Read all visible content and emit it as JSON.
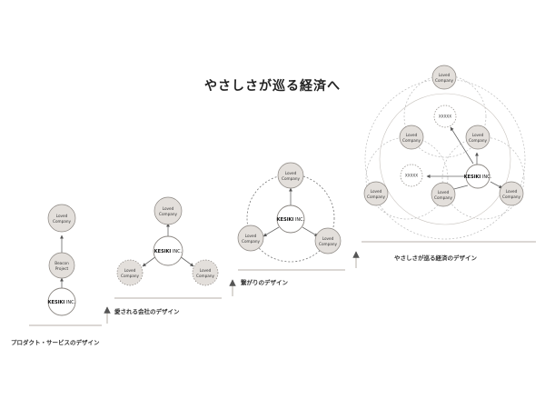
{
  "title": "やさしさが巡る経済へ",
  "node_labels": {
    "loved_company": [
      "Loved",
      "Company"
    ],
    "beacon_project": [
      "Beacon",
      "Project"
    ],
    "keskii": "KESIKI",
    "keskii_suffix": "INC.",
    "placeholder": "XXXXX"
  },
  "stages": [
    {
      "id": "product",
      "label": "プロダクト・サービスのデザイン"
    },
    {
      "id": "company",
      "label": "愛される会社のデザイン"
    },
    {
      "id": "connection",
      "label": "繋がりのデザイン"
    },
    {
      "id": "economy",
      "label": "やさしさが巡る経済のデザイン"
    }
  ],
  "colors": {
    "node_fill": "#e3dfdb",
    "node_stroke": "#8a8580",
    "line": "#9a9590",
    "arrow": "#555555",
    "step_line": "#cfcac6",
    "text": "#333333"
  }
}
